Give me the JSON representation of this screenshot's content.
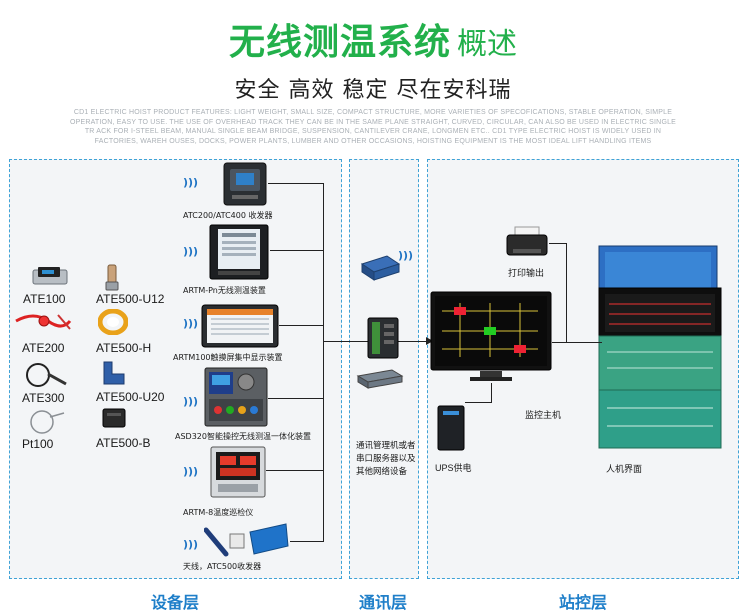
{
  "header": {
    "title_main": "无线测温系统",
    "title_sub": "概述",
    "subtitle": "安全 高效 稳定 尽在安科瑞",
    "fine_print": "CD1 ELECTRIC HOIST PRODUCT FEATURES: LIGHT WEIGHT, SMALL SIZE, COMPACT STRUCTURE, MORE VARIETIES OF SPECOFICATIONS, STABLE OPERATION, SIMPLE OPERATION, EASY TO USE. THE USE OF OVERHEAD TRACK THEY CAN BE IN THE SAME PLANE STRAIGHT, CURVED, CIRCULAR, CAN ALSO BE USED IN ELECTRIC SINGLE TR ACK FOR I-STEEL BEAM, MANUAL SINGLE BEAM BRIDGE, SUSPENSION, CANTILEVER CRANE, LONGMEN ETC.. CD1 TYPE ELECTRIC HOIST IS WIDELY USED IN FACTORIES, WAREH OUSES, DOCKS, POWER PLANTS, LUMBER AND OTHER OCCASIONS, HOISTING EQUIPMENT IS THE MOST IDEAL LIFT HANDLING ITEMS"
  },
  "layers": {
    "device": "设备层",
    "comm": "通讯层",
    "station": "站控层"
  },
  "sensors": [
    "ATE100",
    "ATE500-U12",
    "ATE200",
    "ATE500-H",
    "ATE300",
    "ATE500-U20",
    "Pt100",
    "ATE500-B"
  ],
  "devices": [
    "ATC200/ATC400 收发器",
    "ARTM-Pn无线测温装置",
    "ARTM100触摸屏集中显示装置",
    "ASD320智能操控无线测温一体化装置",
    "ARTM-8温度巡检仪",
    "天线，ATC500收发器"
  ],
  "comm": {
    "note": "通讯管理机或者串口服务器以及其他网络设备"
  },
  "station": {
    "printer": "打印输出",
    "host": "监控主机",
    "ups": "UPS供电",
    "hmi": "人机界面"
  },
  "colors": {
    "title_green": "#22b04b",
    "layer_blue": "#1f7fc9",
    "panel_border": "#3fa2d6"
  }
}
